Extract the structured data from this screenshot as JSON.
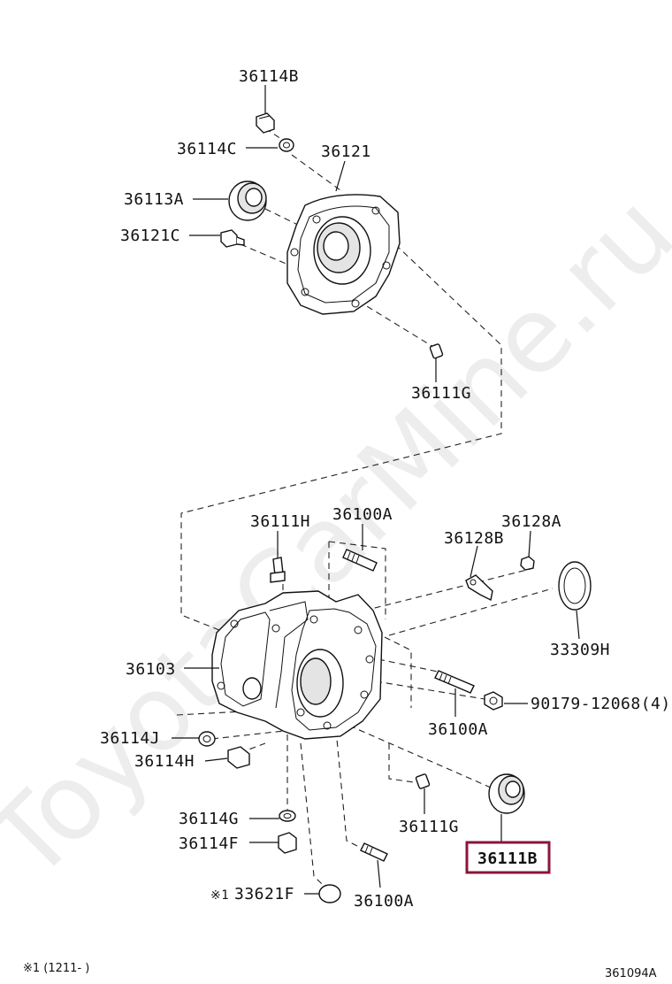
{
  "watermark": "ToyotaCarMine.ru",
  "labels": {
    "p36114B": "36114B",
    "p36114C": "36114C",
    "p36121": "36121",
    "p36113A": "36113A",
    "p36121C": "36121C",
    "p36111G_top": "36111G",
    "p36111H": "36111H",
    "p36100A_top": "36100A",
    "p36128A": "36128A",
    "p36128B": "36128B",
    "p33309H": "33309H",
    "p36103": "36103",
    "p90179": "90179-12068(4)",
    "p36100A_mid": "36100A",
    "p36114J": "36114J",
    "p36114H": "36114H",
    "p36114G": "36114G",
    "p36111G_bot": "36111G",
    "p36114F": "36114F",
    "p36111B": "36111B",
    "p33621F": "33621F",
    "p33621F_mark": "※1",
    "p36100A_bot": "36100A"
  },
  "highlight_color": "#8b1538",
  "footnote": "※1 (1211-    )",
  "figure_code": "361094A"
}
